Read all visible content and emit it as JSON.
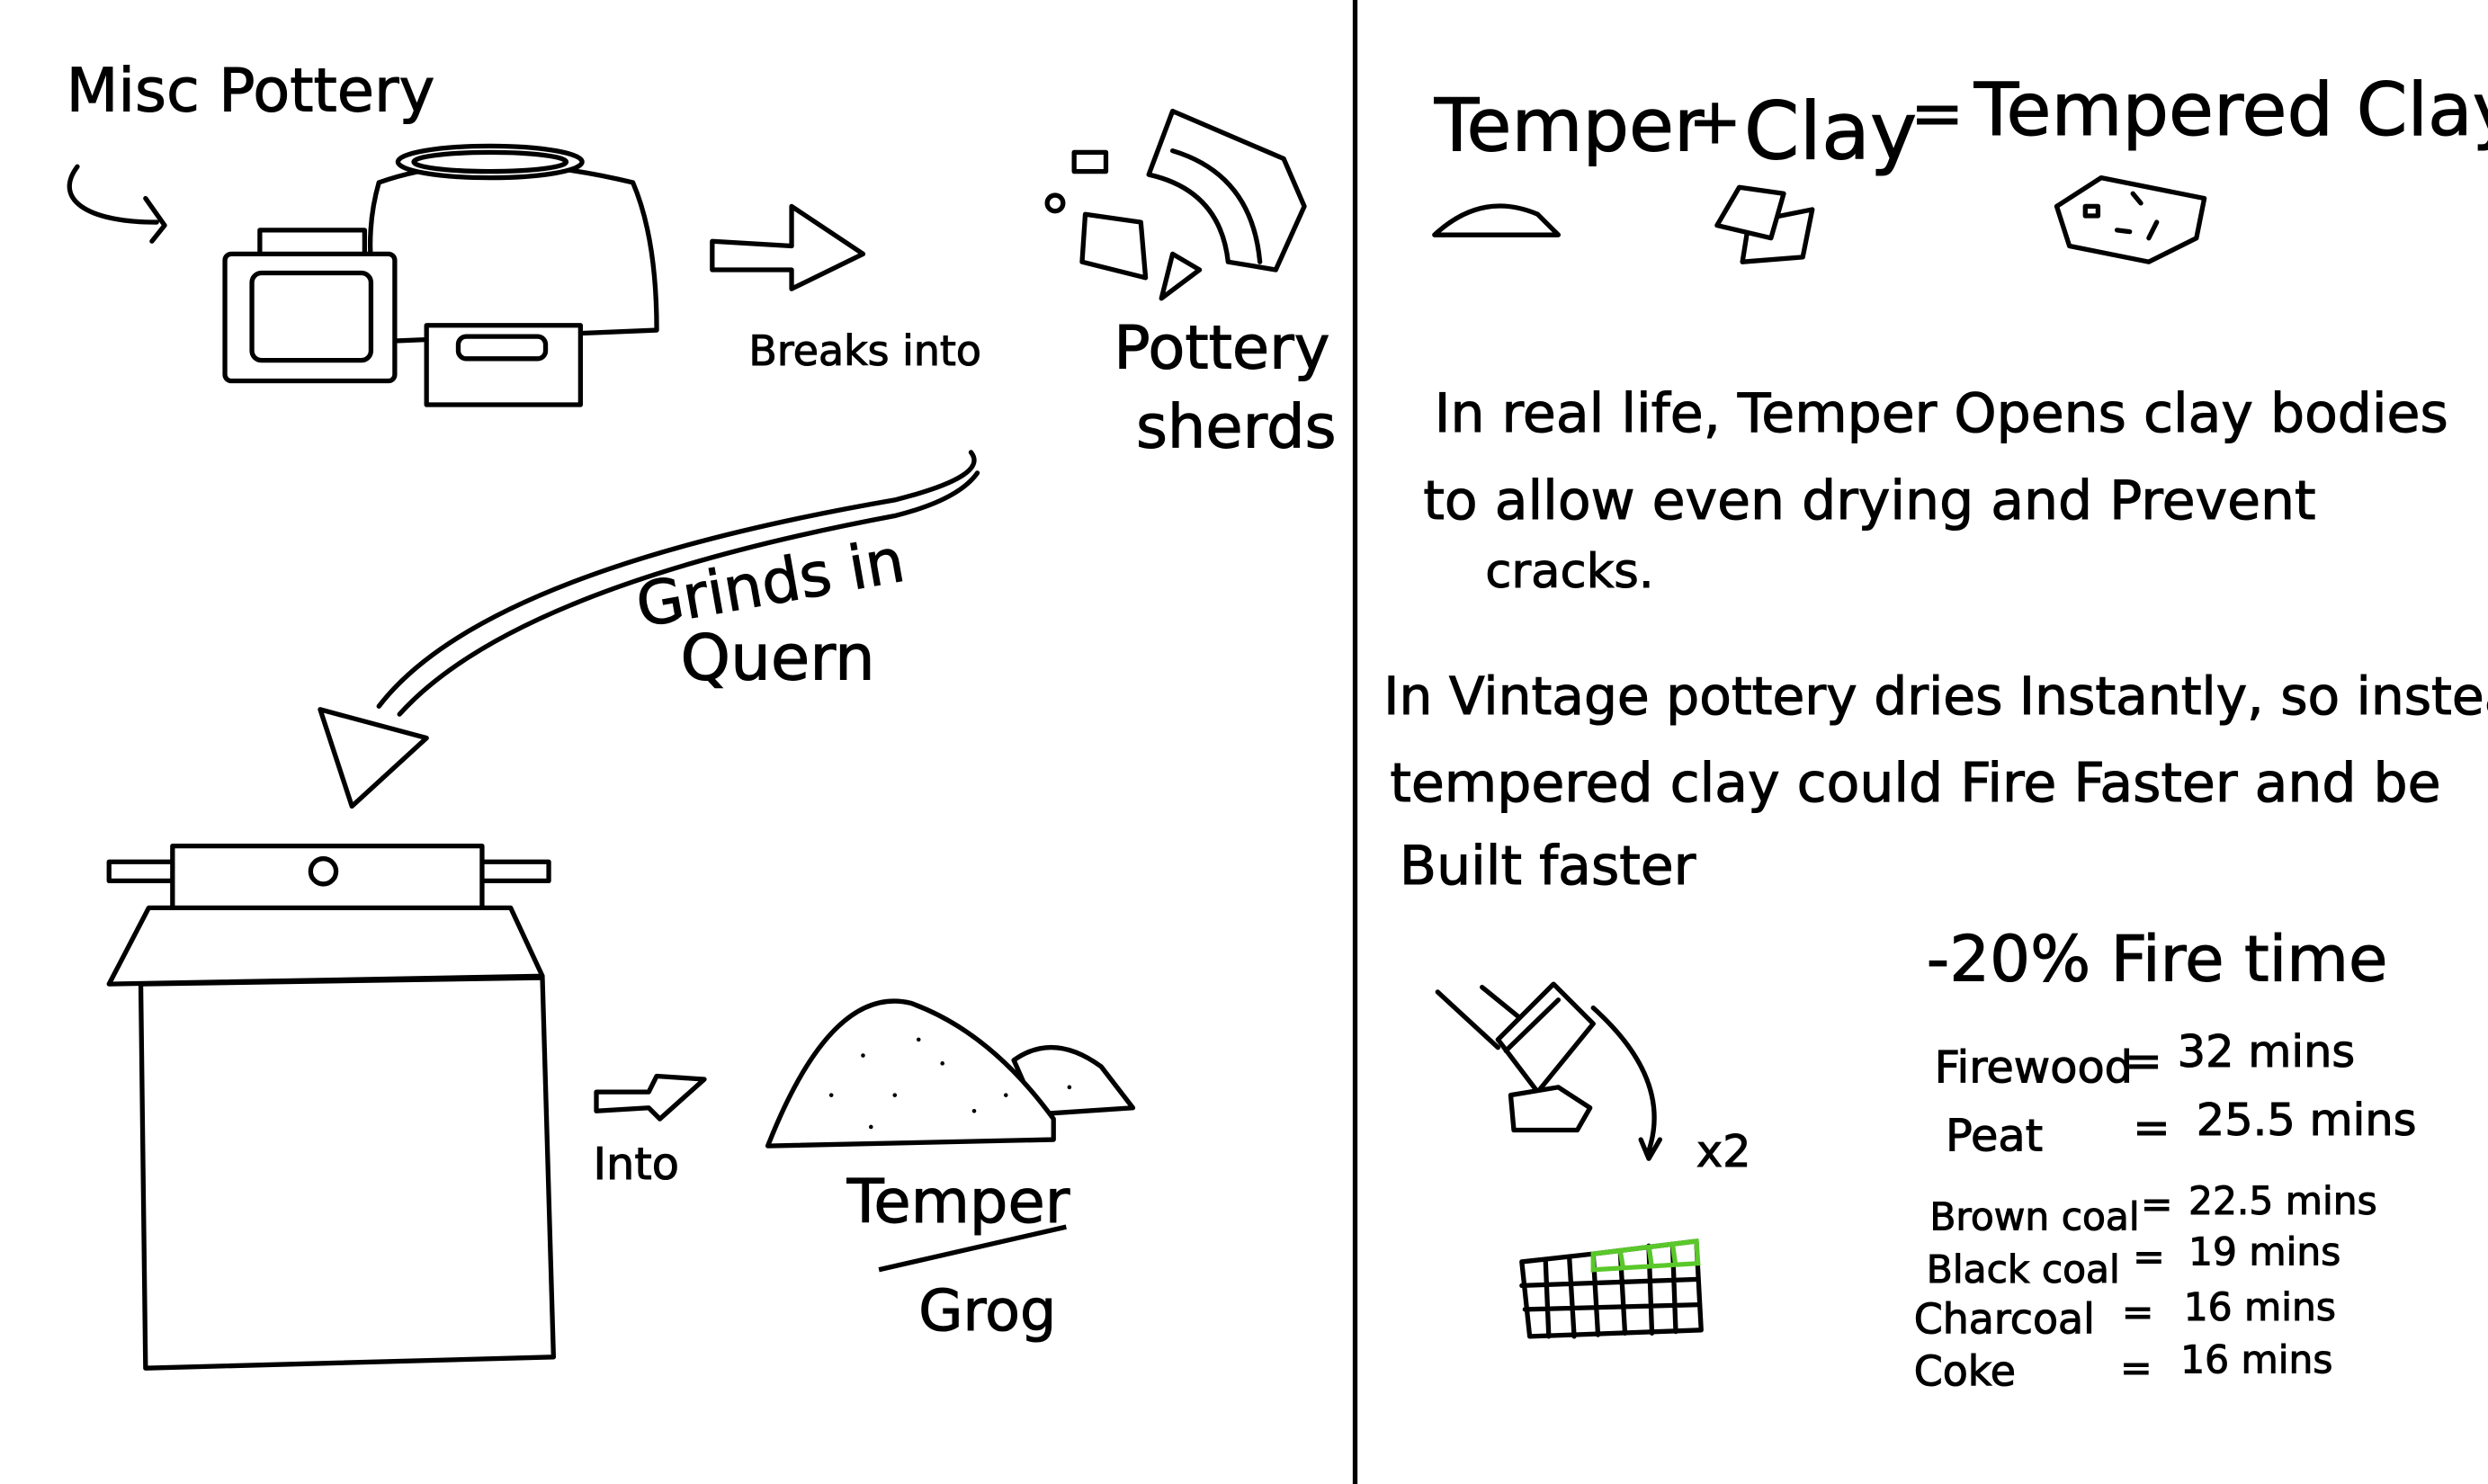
{
  "left": {
    "title": "Misc Pottery",
    "breaks_label": "Breaks into",
    "sherds_line1": "Pottery",
    "sherds_line2": "sherds",
    "grinds_line1": "Grinds in",
    "grinds_line2": "Quern",
    "into_label": "Into",
    "temper_label": "Temper",
    "grog_label": "Grog"
  },
  "right": {
    "equation": {
      "temper": "Temper",
      "plus": "+",
      "clay": "Clay",
      "equals": "=",
      "result": "Tempered Clay"
    },
    "para1": [
      "In real life, Temper Opens clay bodies",
      "to allow even drying and Prevent",
      "cracks."
    ],
    "para2": [
      "In Vintage pottery dries Instantly, so instead",
      "tempered clay could Fire Faster and be",
      "Built faster"
    ],
    "multiplier": "x2",
    "fire_heading": "-20% Fire time",
    "fire_times": [
      {
        "fuel": "Firewood",
        "time": "32 mins"
      },
      {
        "fuel": "Peat",
        "time": "25.5 mins"
      },
      {
        "fuel": "Brown coal",
        "time": "22.5 mins"
      },
      {
        "fuel": "Black coal",
        "time": "19 mins"
      },
      {
        "fuel": "Charcoal",
        "time": "16 mins"
      },
      {
        "fuel": "Coke",
        "time": "16 mins"
      }
    ],
    "accent_color": "#5ac82a"
  }
}
